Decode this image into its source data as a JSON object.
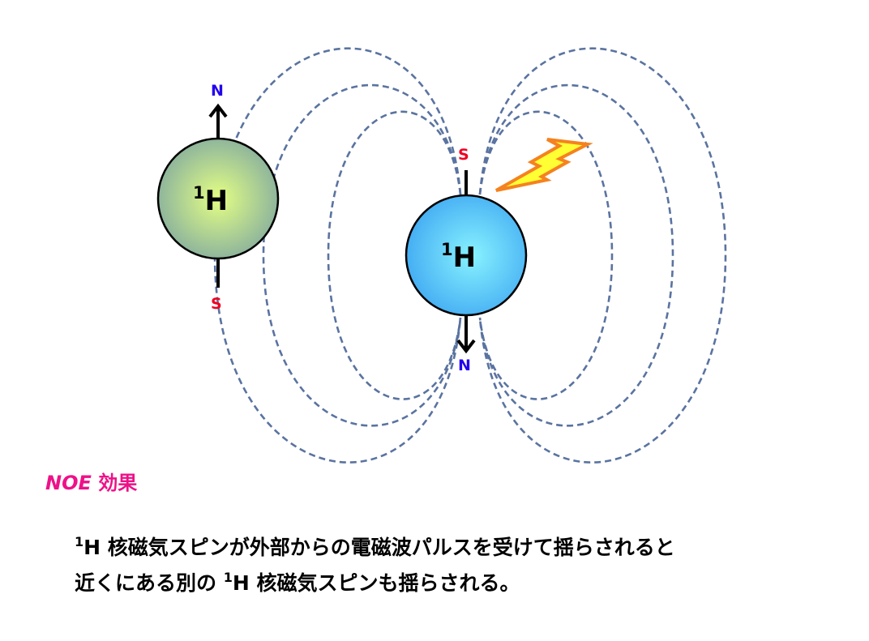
{
  "atoms": [
    {
      "isotope_mass": "1",
      "element": "H",
      "top_pole": "N",
      "bottom_pole": "S",
      "color": "#9fc59a"
    },
    {
      "isotope_mass": "1",
      "element": "H",
      "top_pole": "S",
      "bottom_pole": "N",
      "color": "#55bff5"
    }
  ],
  "colors": {
    "north": "#2200ee",
    "south": "#ee0022",
    "field_line": "#5a73a0",
    "bolt_fill": "#ffff33",
    "bolt_stroke": "#f5821f",
    "title": "#ee1188"
  },
  "title": {
    "noe": "NOE",
    "effect": "効果"
  },
  "description": {
    "line1_mass": "1",
    "line1_text": "H 核磁気スピンが外部からの電磁波パルスを受けて揺らされると",
    "line2_prefix": "近くにある別の ",
    "line2_mass": "1",
    "line2_text": "H 核磁気スピンも揺らされる。"
  }
}
